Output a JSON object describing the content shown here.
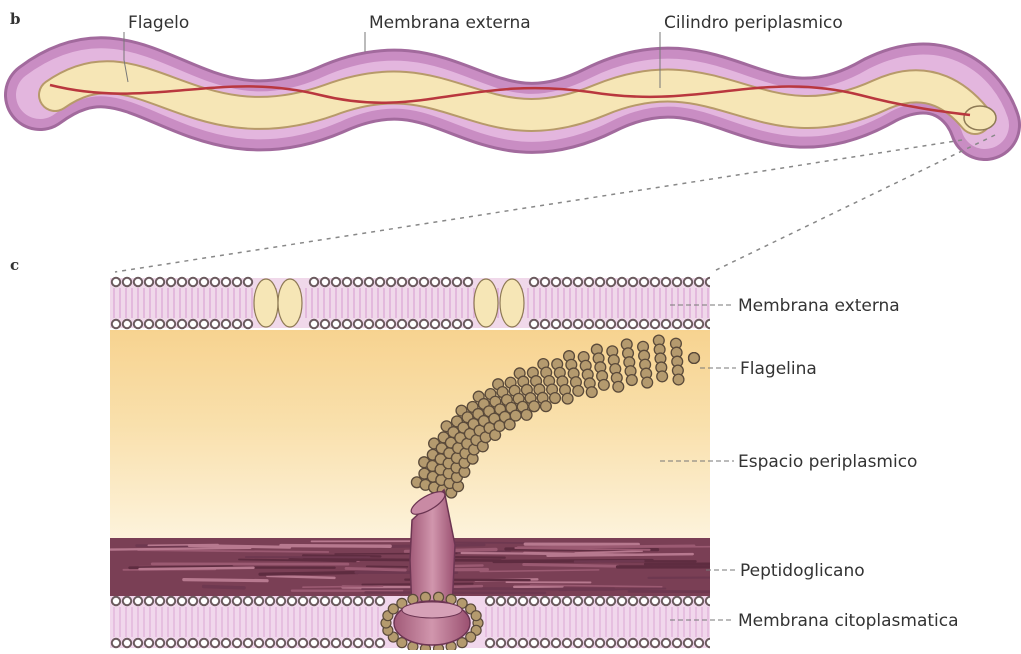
{
  "panels": {
    "top": "b",
    "bottom": "c"
  },
  "top_labels": {
    "flagellum": "Flagelo",
    "outer_membrane": "Membrana externa",
    "periplasmic_cylinder": "Cilindro periplasmico"
  },
  "detail_labels": {
    "outer_membrane": "Membrana externa",
    "flagellin": "Flagelina",
    "periplasmic_space": "Espacio periplasmico",
    "peptidoglycan": "Peptidoglicano",
    "cytoplasmic_membrane": "Membrana citoplasmatica"
  },
  "colors": {
    "sheath": "#c98dc3",
    "sheath_inner": "#e7c4e3",
    "cylinder": "#f6e6b6",
    "flagellum": "#b9373e",
    "periplasm_top": "#f7d695",
    "periplasm_bottom": "#fcf1d8",
    "peptidoglycan": "#7a3f55",
    "membrane_fill": "#f0d5ec",
    "bead": "#6b5a5e",
    "flagellin_bead": "#b49a6e",
    "motor": "#b8738d"
  }
}
